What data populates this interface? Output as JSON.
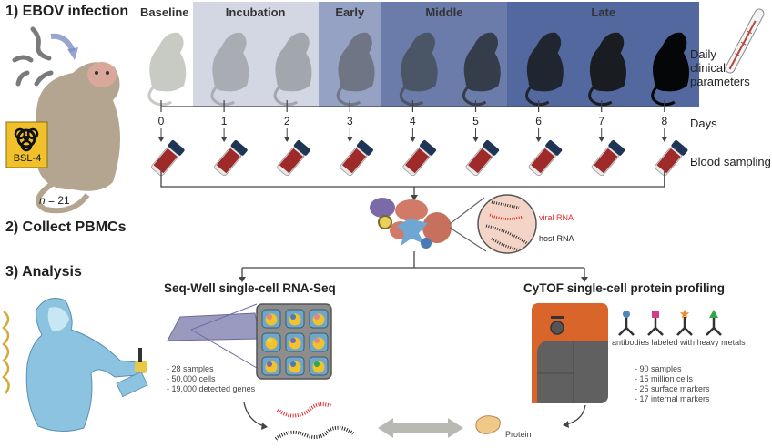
{
  "step1": {
    "title": "1) EBOV infection",
    "biosafety_badge": "BSL-4",
    "cohort_size": "n = 21",
    "cohort_prefix": "n",
    "cohort_value": "= 21"
  },
  "timeline": {
    "phases": [
      {
        "label": "Baseline",
        "days": [
          0
        ],
        "color": "#ffffff"
      },
      {
        "label": "Incubation",
        "days": [
          1,
          2
        ],
        "color": "#d3d7e4"
      },
      {
        "label": "Early",
        "days": [
          3
        ],
        "color": "#96a2c4"
      },
      {
        "label": "Middle",
        "days": [
          4,
          5
        ],
        "color": "#6b7cab"
      },
      {
        "label": "Late",
        "days": [
          6,
          7,
          8
        ],
        "color": "#52689f"
      }
    ],
    "days": [
      "0",
      "1",
      "2",
      "3",
      "4",
      "5",
      "6",
      "7",
      "8"
    ],
    "days_label": "Days",
    "clinical_label": [
      "Daily",
      "clinical",
      "parameters"
    ],
    "blood_label": "Blood sampling",
    "monkey_shades": [
      "#c8cac4",
      "#a9adb3",
      "#a2a7ae",
      "#6f7585",
      "#4a5566",
      "#353c4a",
      "#20262f",
      "#191c21",
      "#050608"
    ]
  },
  "step2": {
    "title": "2) Collect PBMCs",
    "viral_rna_label": "viral RNA",
    "host_rna_label": "host RNA",
    "viral_color": "#e32b2b"
  },
  "step3": {
    "title": "3) Analysis",
    "seqwell": {
      "title": "Seq-Well single-cell RNA-Seq",
      "stats": [
        "- 28 samples",
        "- 50,000 cells",
        "- 19,000 detected genes"
      ]
    },
    "cytof": {
      "title": "CyTOF single-cell protein profiling",
      "antibody_caption": "antibodies labeled with heavy metals",
      "antibody_tags": [
        {
          "shape": "circle",
          "color": "#4f86c0"
        },
        {
          "shape": "square",
          "color": "#d23c8b"
        },
        {
          "shape": "star",
          "color": "#f08a24"
        },
        {
          "shape": "triangle",
          "color": "#2fa64a"
        }
      ],
      "stats": [
        "- 90 samples",
        "- 15 million cells",
        "- 25 surface markers",
        "- 17 internal markers"
      ],
      "instrument_color": "#d9652a"
    },
    "protein_label": "Protein"
  }
}
